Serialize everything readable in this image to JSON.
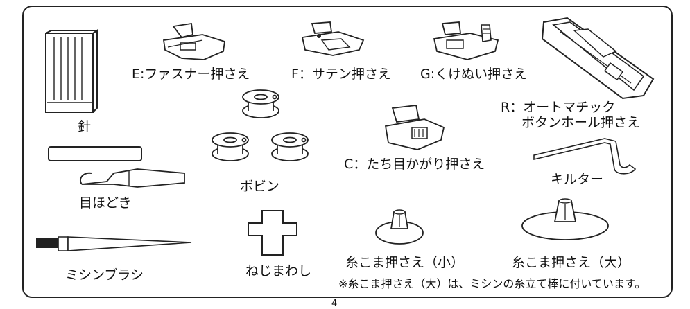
{
  "items": {
    "needles": "針",
    "foot_e": "E:ファスナー押さえ",
    "foot_f": "F：サテン押さえ",
    "foot_g": "G:くけぬい押さえ",
    "foot_r_line1": "R：オートマチック",
    "foot_r_line2": "ボタンホール押さえ",
    "bobbins": "ボビン",
    "foot_c": "C：たち目かがり押さえ",
    "seam_ripper": "目ほどき",
    "quilter": "キルター",
    "brush": "ミシンブラシ",
    "screwdriver": "ねじまわし",
    "spool_cap_small": "糸こま押さえ（小）",
    "spool_cap_large": "糸こま押さえ（大）"
  },
  "footnote": "※糸こま押さえ（大）は、ミシンの糸立て棒に付いています。",
  "page_number": "4",
  "icons": [
    "needle-pack-icon",
    "presser-foot-icon",
    "buttonhole-foot-icon",
    "bobbin-icon",
    "seam-ripper-icon",
    "quilter-icon",
    "brush-icon",
    "screwdriver-icon",
    "spool-cap-icon"
  ]
}
